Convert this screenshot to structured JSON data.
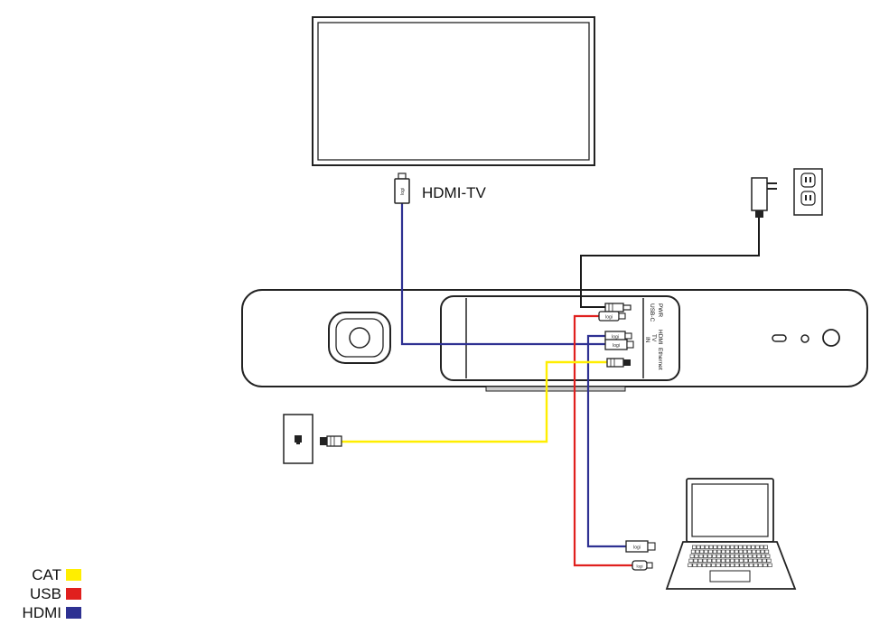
{
  "labels": {
    "hdmi_tv": "HDMI-TV"
  },
  "ports": {
    "pwr": "PWR",
    "usbc": "USB-C",
    "hdmi_in_1": "HDMI",
    "hdmi_in_2": "TV",
    "hdmi_in_3": "IN",
    "ethernet": "Ethernet"
  },
  "legend": [
    {
      "label": "CAT",
      "color": "#ffee00"
    },
    {
      "label": "USB",
      "color": "#e0201e"
    },
    {
      "label": "HDMI",
      "color": "#2e3192"
    }
  ],
  "colors": {
    "cat": "#ffee00",
    "usb": "#e0201e",
    "hdmi": "#2e3192",
    "power": "#1a1a1a"
  }
}
